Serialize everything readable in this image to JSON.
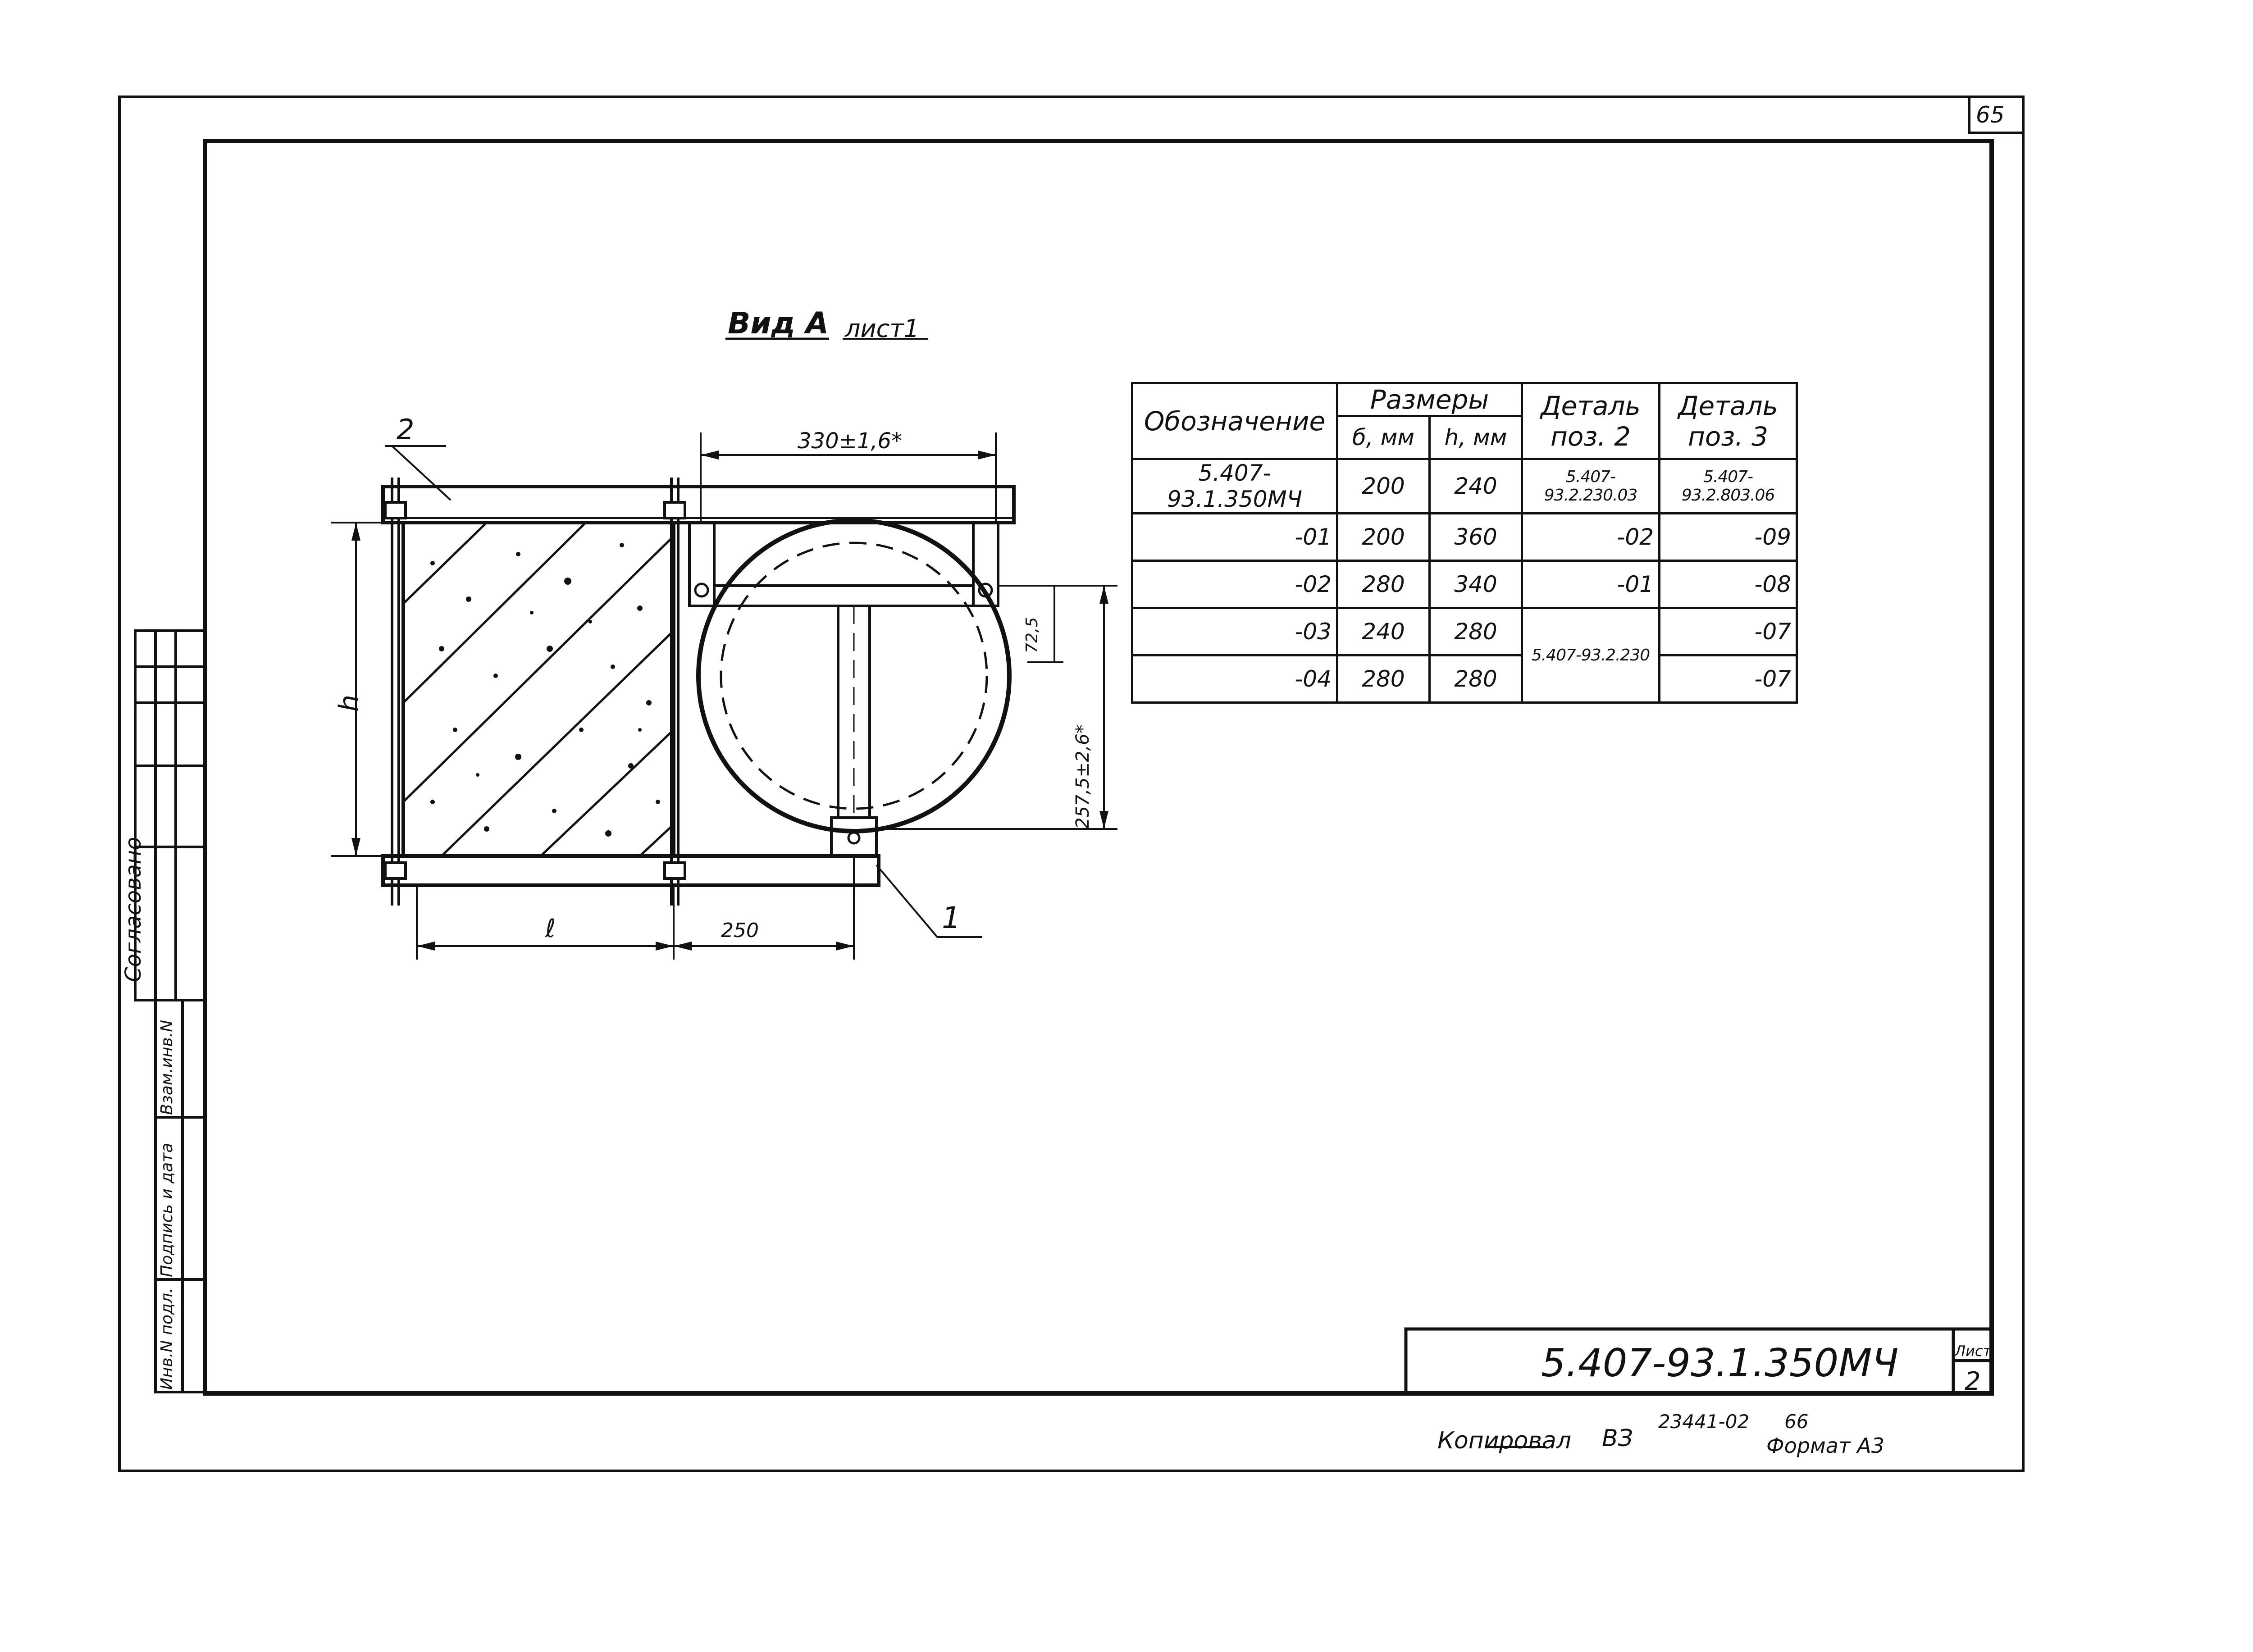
{
  "sheet_corner_number": "65",
  "view_title": {
    "main": "Вид А",
    "ref": "лист1"
  },
  "drawing": {
    "callouts": [
      "2",
      "1"
    ],
    "dims": {
      "top": "330±1,6*",
      "right_long": "257,5±2,6*",
      "right_short": "72,5",
      "left": "h",
      "bottom_left": "ℓ",
      "bottom_right": "250"
    }
  },
  "spec_table": {
    "headers": {
      "designation": "Обозначение",
      "sizes": "Размеры",
      "b": "б, мм",
      "h": "h, мм",
      "det2": "Деталь поз. 2",
      "det3": "Деталь поз. 3"
    },
    "rows": [
      {
        "designation": "5.407-93.1.350МЧ",
        "b": "200",
        "h": "240",
        "det2": "5.407-93.2.230.03",
        "det3": "5.407-93.2.803.06"
      },
      {
        "designation": "-01",
        "b": "200",
        "h": "360",
        "det2": "-02",
        "det3": "-09"
      },
      {
        "designation": "-02",
        "b": "280",
        "h": "340",
        "det2": "-01",
        "det3": "-08"
      },
      {
        "designation": "-03",
        "b": "240",
        "h": "280",
        "det2": "5.407-93.2.230",
        "det3": "-07"
      },
      {
        "designation": "-04",
        "b": "280",
        "h": "280",
        "det2": "",
        "det3": "-07"
      }
    ]
  },
  "left_strip": {
    "agreed": "Согласовано",
    "inv_no": "Инв.N подл.",
    "sign_date": "Подпись и дата",
    "replace_inv": "Взам.инв.N"
  },
  "title_block": {
    "code": "5.407-93.1.350МЧ",
    "sheet_label": "Лист",
    "sheet_no": "2"
  },
  "footer": {
    "copied": "Копировал",
    "signature": "ВЗ",
    "order": "23441-02",
    "page": "66",
    "format": "Формат А3"
  }
}
